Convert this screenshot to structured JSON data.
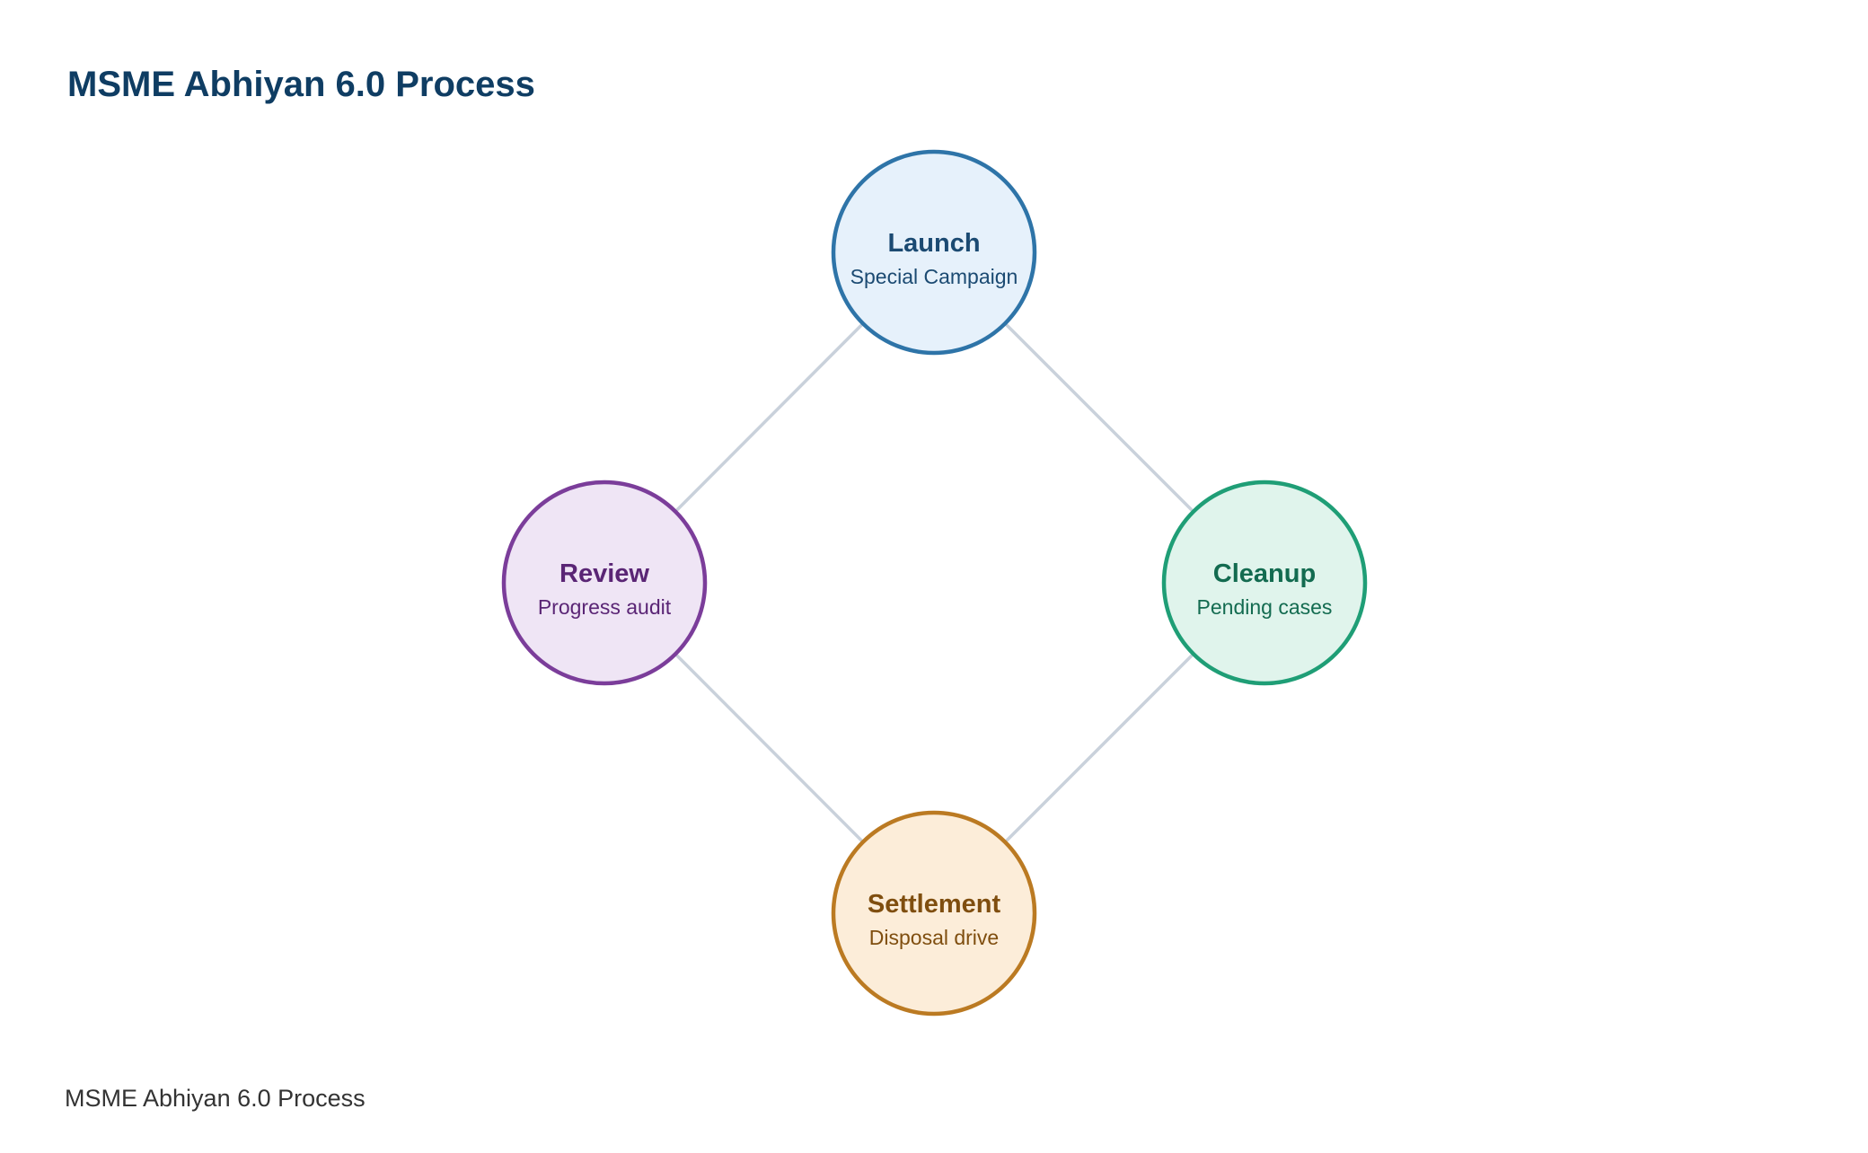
{
  "title": "MSME Abhiyan 6.0 Process",
  "footer": "MSME Abhiyan 6.0 Process",
  "edge_color": "#c9d1db",
  "nodes": [
    {
      "id": "launch",
      "title": "Launch",
      "subtitle": "Special Campaign",
      "fill": "#e6f1fb",
      "stroke": "#2e74a8",
      "text_color": "#1b4a72"
    },
    {
      "id": "cleanup",
      "title": "Cleanup",
      "subtitle": "Pending cases",
      "fill": "#e0f4ec",
      "stroke": "#1f9e76",
      "text_color": "#136b50"
    },
    {
      "id": "settlement",
      "title": "Settlement",
      "subtitle": "Disposal drive",
      "fill": "#fcedd9",
      "stroke": "#bb7a22",
      "text_color": "#7f4e0f"
    },
    {
      "id": "review",
      "title": "Review",
      "subtitle": "Progress audit",
      "fill": "#efe5f5",
      "stroke": "#7b3d9a",
      "text_color": "#5a2575"
    }
  ],
  "edges": [
    [
      "launch",
      "cleanup"
    ],
    [
      "cleanup",
      "settlement"
    ],
    [
      "settlement",
      "review"
    ],
    [
      "review",
      "launch"
    ]
  ]
}
